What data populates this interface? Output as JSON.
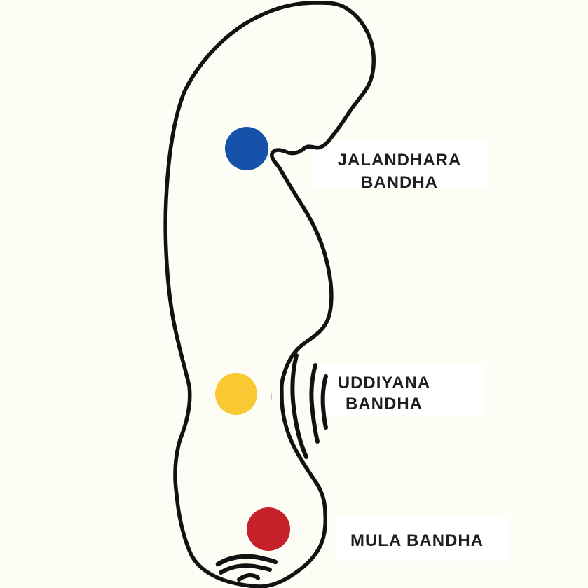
{
  "diagram": {
    "subject": "three yoga bandhas on a bowed seated body silhouette",
    "background_color": "#FDFDF6",
    "outline_color": "#121212",
    "text_color": "#1E1E1E"
  },
  "bandhas": [
    {
      "name": "jalandhara-bandha",
      "dot_color": "#1652A9",
      "lines": [
        "JALANDHARA",
        "BANDHA"
      ]
    },
    {
      "name": "uddiyana-bandha",
      "dot_color": "#F8C933",
      "lines": [
        "UDDIYANA",
        "BANDHA"
      ]
    },
    {
      "name": "mula-bandha",
      "dot_color": "#C6202B",
      "lines": [
        "MULA BANDHA"
      ]
    }
  ]
}
